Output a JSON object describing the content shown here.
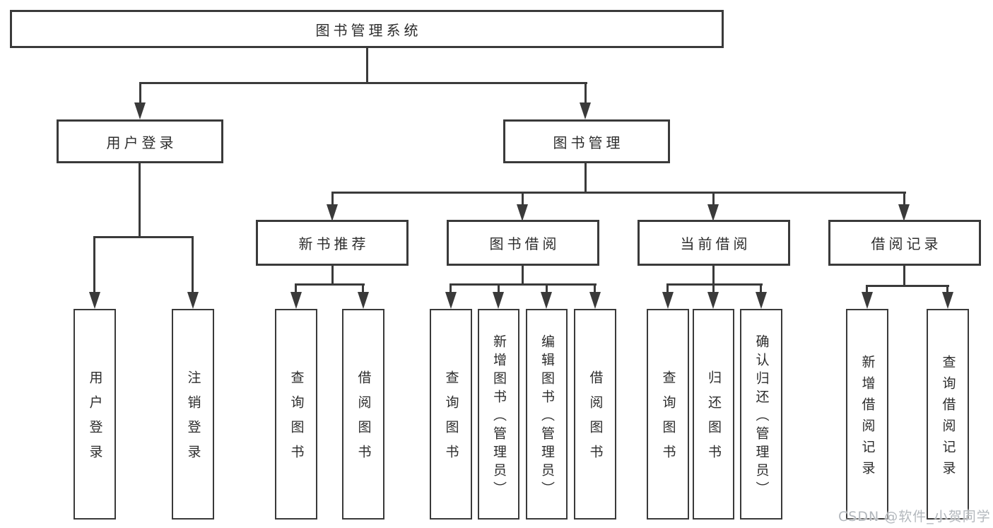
{
  "diagram": {
    "root": "图书管理系统",
    "branches": [
      {
        "label": "用户登录",
        "children": [
          "用户登录",
          "注销登录"
        ]
      },
      {
        "label": "图书管理",
        "children": [
          {
            "label": "新书推荐",
            "children": [
              "查询图书",
              "借阅图书"
            ]
          },
          {
            "label": "图书借阅",
            "children": [
              "查询图书",
              "新增图书（管理员）",
              "编辑图书（管理员）",
              "借阅图书"
            ]
          },
          {
            "label": "当前借阅",
            "children": [
              "查询图书",
              "归还图书",
              "确认归还（管理员）"
            ]
          },
          {
            "label": "借阅记录",
            "children": [
              "新增借阅记录",
              "查询借阅记录"
            ]
          }
        ]
      }
    ]
  },
  "watermark": {
    "text": "CSDN @软件_小贺同学"
  },
  "colors": {
    "line": "#3a3a3a",
    "text": "#2d2d2d",
    "watermark": "#b3b8bd",
    "background": "#ffffff"
  }
}
